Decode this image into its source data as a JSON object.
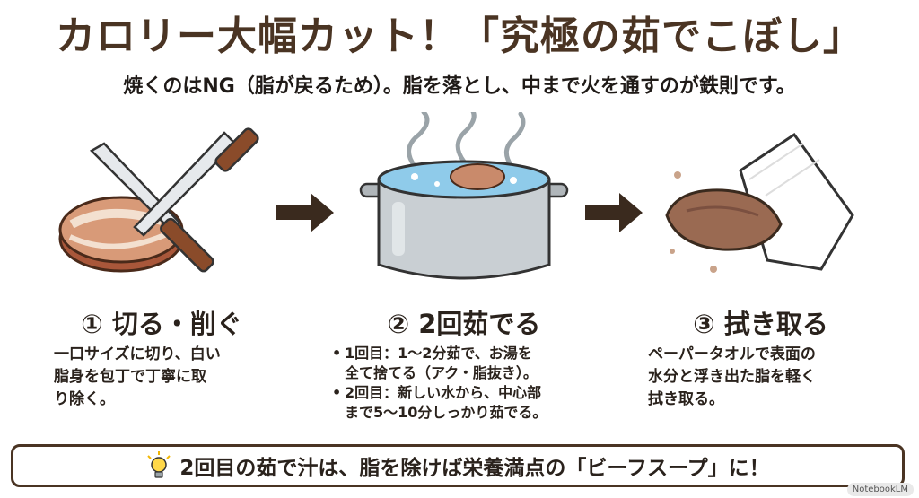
{
  "header": {
    "title": "カロリー大幅カット！「究極の茹でこぼし」",
    "subtitle": "焼くのはNG（脂が戻るため）。脂を落とし、中まで火を通すのが鉄則です。"
  },
  "steps": [
    {
      "title": "① 切る・削ぐ",
      "desc_lines": [
        "一口サイズに切り、白い",
        "脂身を包丁で丁寧に取",
        "り除く。"
      ],
      "icon": "knife-and-meat-icon"
    },
    {
      "title": "② 2回茹でる",
      "bullets": [
        [
          "1回目：1〜2分茹で、お湯を",
          "全て捨てる（アク・脂抜き）。"
        ],
        [
          "2回目：新しい水から、中心部",
          "まで5〜10分しっかり茹でる。"
        ]
      ],
      "icon": "boiling-pot-icon"
    },
    {
      "title": "③ 拭き取る",
      "desc_lines": [
        "ペーパータオルで表面の",
        "水分と浮き出た脂を軽く",
        "拭き取る。"
      ],
      "icon": "paper-towel-meat-icon"
    }
  ],
  "tip": {
    "text": "2回目の茹で汁は、脂を除けば栄養満点の「ビーフスープ」に！",
    "icon": "lightbulb-icon"
  },
  "footer": {
    "badge": "NotebookLM"
  },
  "colors": {
    "brown": "#4a3423",
    "arrow": "#3a2a1e",
    "meat": "#c98a6b",
    "water": "#9fd3ee"
  }
}
